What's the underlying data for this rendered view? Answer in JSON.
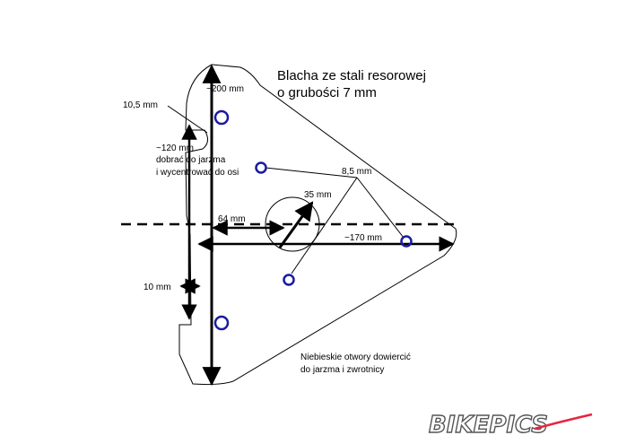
{
  "title": {
    "line1": "Blacha ze stali resorowej",
    "line2": "o grubości 7 mm"
  },
  "labels": {
    "height_200": "~200 mm",
    "notch_10_5": "10,5 mm",
    "dim_120": "~120 mm",
    "note_fit_1": "dobrać do jarzma",
    "note_fit_2": "i wycentrować do osi",
    "hole_8_5": "8,5 mm",
    "radius_35": "35 mm",
    "dim_64": "64 mm",
    "dim_170": "~170 mm",
    "dim_10": "10 mm",
    "note_holes_1": "Niebieskie otwory dowiercić",
    "note_holes_2": "do jarzma i zwrotnicy"
  },
  "watermark": "BIKEPICS",
  "colors": {
    "outline": "#000000",
    "holes": "#1a1aa0",
    "watermark_fill": "#ffffff",
    "watermark_stroke": "#555555",
    "watermark_accent": "#e8253b"
  }
}
